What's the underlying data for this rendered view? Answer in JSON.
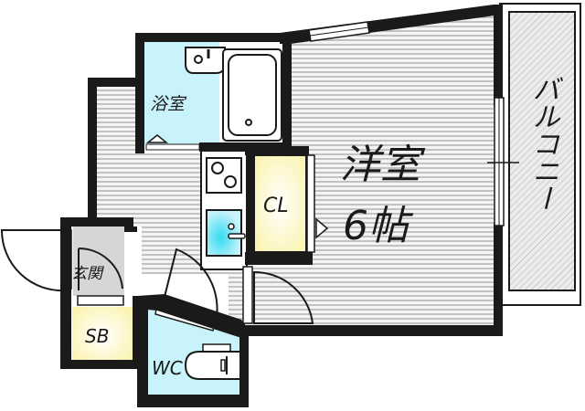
{
  "floorplan": {
    "rooms": {
      "western_room": {
        "label": "洋室",
        "size": "6帖"
      },
      "bathroom": {
        "label": "浴室"
      },
      "closet": {
        "label": "CL"
      },
      "entrance": {
        "label": "玄関"
      },
      "shoe_box": {
        "label": "SB"
      },
      "toilet": {
        "label": "WC"
      },
      "balcony": {
        "label": "バルコニー"
      }
    },
    "colors": {
      "wall": "#1a1a1a",
      "bathroom_fill": "#c9f3fb",
      "toilet_fill": "#c9f3fb",
      "closet_fill": "#fdf8c4",
      "shoe_box_fill": "#fdf8c4",
      "entrance_fill": "#d6d6d6",
      "floor_lines": "#a8a8a8",
      "balcony_hatch": "#bdbdbd"
    }
  }
}
